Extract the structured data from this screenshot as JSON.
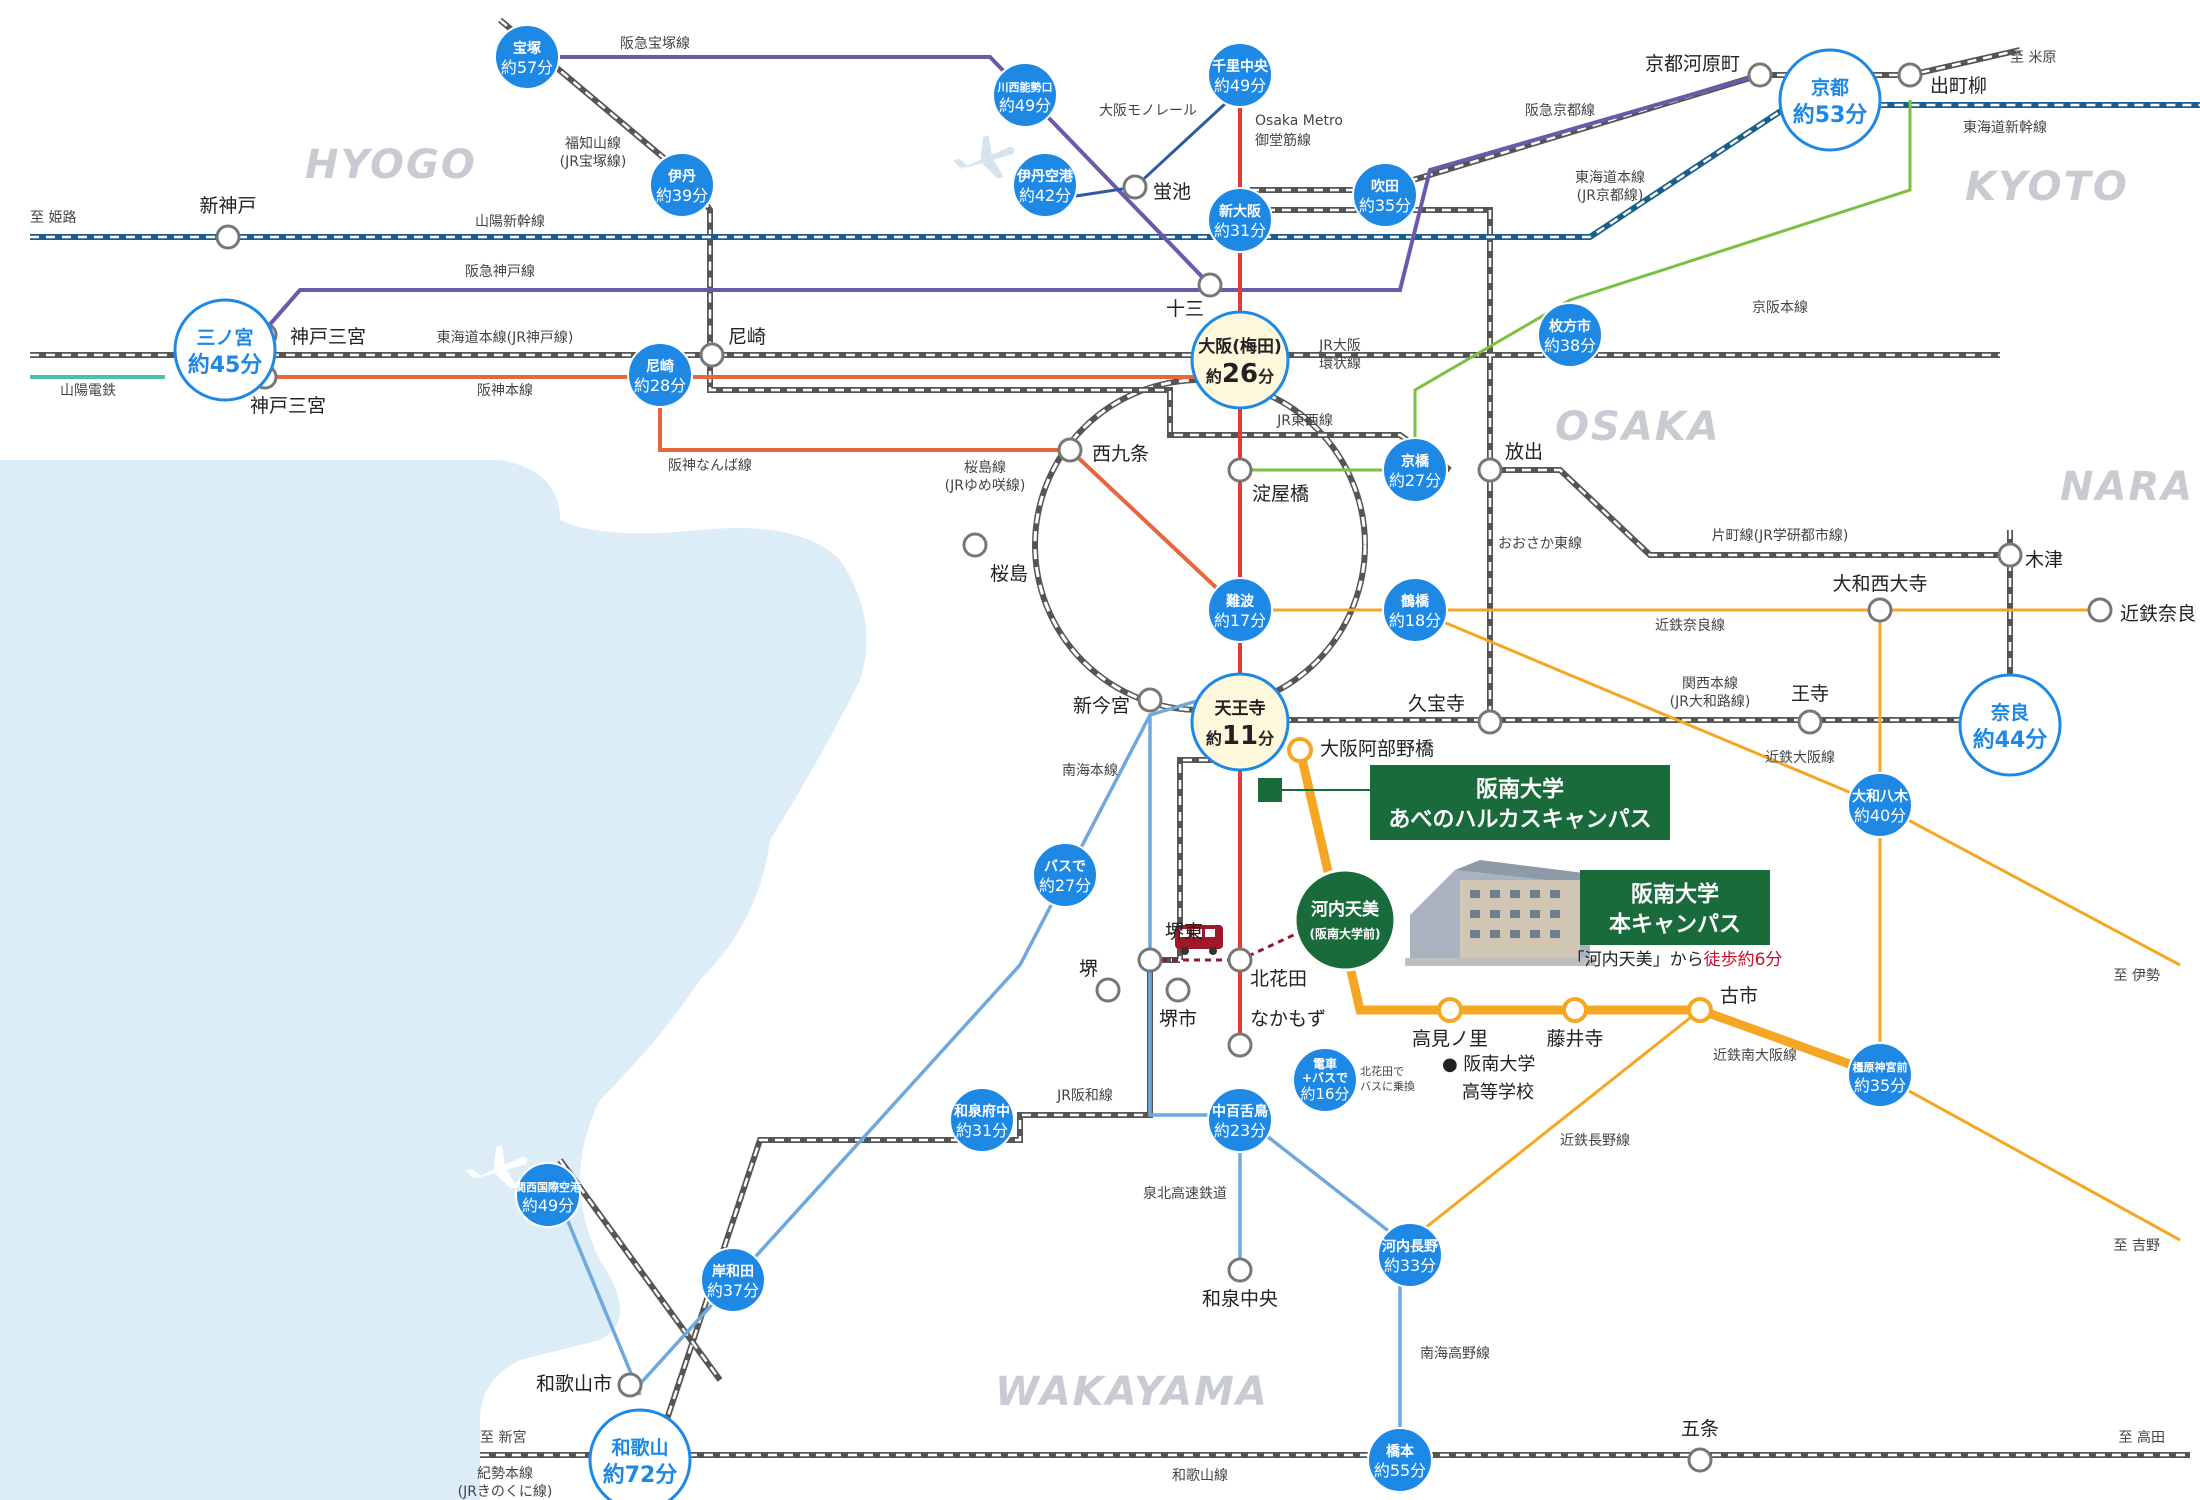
{
  "regions": {
    "hyogo": "HYOGO",
    "kyoto": "KYOTO",
    "osaka": "OSAKA",
    "nara": "NARA",
    "wakayama": "WAKAYAMA"
  },
  "colors": {
    "sea": "#dcedf8",
    "blue_badge": "#1e88e5",
    "cream_hub": "#fff8dc",
    "hub_border": "#1e88e5",
    "green_box": "#1a6b3c",
    "orange_line": "#f5a623",
    "red_line": "#e53935",
    "purple_line": "#6c5aa8",
    "hanshin_line": "#e8663c",
    "keihan_line": "#7bc043",
    "jr_gray": "#555555",
    "shinkansen": "#1a5f8a",
    "lightblue_line": "#6fa8dc"
  },
  "badges": [
    {
      "id": "takarazuka",
      "l1": "宝塚",
      "l2": "約57分"
    },
    {
      "id": "itami",
      "l1": "伊丹",
      "l2": "約39分"
    },
    {
      "id": "kawanishi",
      "l1": "川西能勢口",
      "l2": "約49分"
    },
    {
      "id": "itamiap",
      "l1": "伊丹空港",
      "l2": "約42分"
    },
    {
      "id": "senri",
      "l1": "千里中央",
      "l2": "約49分"
    },
    {
      "id": "shinosaka",
      "l1": "新大阪",
      "l2": "約31分"
    },
    {
      "id": "suita",
      "l1": "吹田",
      "l2": "約35分"
    },
    {
      "id": "amagasaki",
      "l1": "尼崎",
      "l2": "約28分"
    },
    {
      "id": "hirakata",
      "l1": "枚方市",
      "l2": "約38分"
    },
    {
      "id": "kyobashi",
      "l1": "京橋",
      "l2": "約27分"
    },
    {
      "id": "namba",
      "l1": "難波",
      "l2": "約17分"
    },
    {
      "id": "tsuruhashi",
      "l1": "鶴橋",
      "l2": "約18分"
    },
    {
      "id": "yamatoyagi",
      "l1": "大和八木",
      "l2": "約40分"
    },
    {
      "id": "kashihara",
      "l1": "橿原神宮前",
      "l2": "約35分"
    },
    {
      "id": "bus27",
      "l1": "バスで",
      "l2": "約27分"
    },
    {
      "id": "izumifuchu",
      "l1": "和泉府中",
      "l2": "約31分"
    },
    {
      "id": "nakamozu23",
      "l1": "中百舌鳥",
      "l2": "約23分"
    },
    {
      "id": "densha16",
      "l1": "電車",
      "l1b": "+バスで",
      "l2": "約16分"
    },
    {
      "id": "kanku",
      "l1": "関西国際空港",
      "l2": "約49分"
    },
    {
      "id": "kishiwada",
      "l1": "岸和田",
      "l2": "約37分"
    },
    {
      "id": "kawachinagano",
      "l1": "河内長野",
      "l2": "約33分"
    },
    {
      "id": "hashimoto",
      "l1": "橋本",
      "l2": "約55分"
    }
  ],
  "hubs": [
    {
      "id": "sannomiya",
      "name": "三ノ宮",
      "time": "約45分"
    },
    {
      "id": "kyoto",
      "name": "京都",
      "time": "約53分"
    },
    {
      "id": "nara",
      "name": "奈良",
      "time": "約44分"
    },
    {
      "id": "wakayama",
      "name": "和歌山",
      "time": "約72分"
    }
  ],
  "center_hubs": [
    {
      "id": "umeda",
      "name": "大阪(梅田)",
      "time_pre": "約",
      "time_num": "26",
      "time_post": "分"
    },
    {
      "id": "tennoji",
      "name": "天王寺",
      "time_pre": "約",
      "time_num": "11",
      "time_post": "分"
    }
  ],
  "stations": {
    "shinkobe": "新神戸",
    "kobesannomiya_jr": "神戸三宮",
    "kobesannomiya_hs": "神戸三宮",
    "amagasaki_jr": "尼崎",
    "jusou": "十三",
    "hotarugaike": "蛍池",
    "kyotokawaramachi": "京都河原町",
    "demachiyanagi": "出町柳",
    "nishikujo": "西九条",
    "sakurajima": "桜島",
    "yodoyabashi": "淀屋橋",
    "hanaten": "放出",
    "kizu": "木津",
    "yamatosaidaiji": "大和西大寺",
    "kintetsunara": "近鉄奈良",
    "kubouji": "久宝寺",
    "ouji": "王寺",
    "shinimamiya": "新今宮",
    "osakaabenobashi": "大阪阿部野橋",
    "sakaihigashi": "堺東",
    "sakai": "堺",
    "sakaishi": "堺市",
    "kitahanada": "北花田",
    "nakamozu": "なかもず",
    "takaminosato": "高見ノ里",
    "fujiidera": "藤井寺",
    "furuichi": "古市",
    "izumichuo": "和泉中央",
    "wakayamashi": "和歌山市",
    "gojo": "五条"
  },
  "kawachi_amami": {
    "l1": "河内天美",
    "l2": "(阪南大学前)"
  },
  "boxes": {
    "harukas": {
      "l1": "阪南大学",
      "l2": "あべのハルカスキャンパス"
    },
    "main": {
      "l1": "阪南大学",
      "l2": "本キャンパス"
    }
  },
  "walk": {
    "pre": "「河内天美」から",
    "hl": "徒歩約6分"
  },
  "highschool": {
    "l1": "● 阪南大学",
    "l2": "高等学校"
  },
  "busnote": {
    "l1": "北花田で",
    "l2": "バスに乗換"
  },
  "destinations": {
    "himeji": "至 姫路",
    "maibara": "至 米原",
    "ise": "至 伊勢",
    "yoshino": "至 吉野",
    "shingu": "至 新宮",
    "takada": "至 高田"
  },
  "line_labels": {
    "hankyu_takarazuka": "阪急宝塚線",
    "fukuchiyama": "福知山線",
    "fukuchiyama_sub": "(JR宝塚線)",
    "monorail": "大阪モノレール",
    "metro1": "Osaka Metro",
    "metro2": "御堂筋線",
    "hankyu_kyoto": "阪急京都線",
    "tokaido1": "東海道本線",
    "tokaido2": "(JR京都線)",
    "tokaido_shinkansen": "東海道新幹線",
    "sanyo_shinkansen": "山陽新幹線",
    "hankyu_kobe": "阪急神戸線",
    "tokaido_kobe": "東海道本線(JR神戸線)",
    "sanyo_dentetsu": "山陽電鉄",
    "hanshin": "阪神本線",
    "jr_loop1": "JR大阪",
    "jr_loop2": "環状線",
    "keihan": "京阪本線",
    "jr_tozai": "JR東西線",
    "hanshin_namba": "阪神なんば線",
    "sakurajima1": "桜島線",
    "sakurajima2": "(JRゆめ咲線)",
    "osaka_higashi": "おおさか東線",
    "katamachi": "片町線(JR学研都市線)",
    "kintetsu_nara": "近鉄奈良線",
    "kansai1": "関西本線",
    "kansai2": "(JR大和路線)",
    "kintetsu_osaka": "近鉄大阪線",
    "nankai": "南海本線",
    "jr_hanwa": "JR阪和線",
    "kintetsu_minami": "近鉄南大阪線",
    "kintetsu_nagano": "近鉄長野線",
    "senboku": "泉北高速鉄道",
    "nankai_koya": "南海高野線",
    "kisei1": "紀勢本線",
    "kisei2": "(JRきのくに線)",
    "wakayama_line": "和歌山線"
  }
}
